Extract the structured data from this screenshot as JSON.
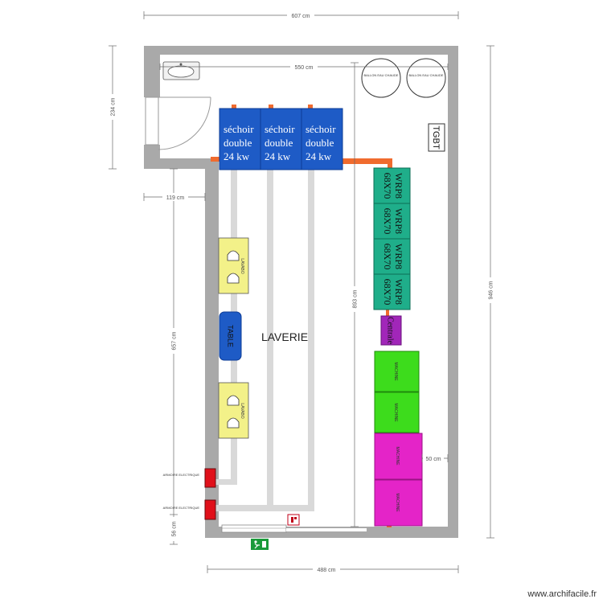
{
  "dimensions": {
    "top_total": "607 cm",
    "inner_width": "550 cm",
    "left_upper": "234 cm",
    "notch_width": "119 cm",
    "left_main": "657 cm",
    "left_bottom": "56 cm",
    "right_total": "946 cm",
    "inner_height": "893 cm",
    "bottom_width": "488 cm",
    "side_gap": "50 cm"
  },
  "room": {
    "label": "LAVERIE"
  },
  "dryers": [
    {
      "line1": "séchoir",
      "line2": "double",
      "line3": "24 kw"
    },
    {
      "line1": "séchoir",
      "line2": "double",
      "line3": "24 kw"
    },
    {
      "line1": "séchoir",
      "line2": "double",
      "line3": "24 kw"
    }
  ],
  "washers": [
    {
      "line1": "WRP8",
      "line2": "68X70"
    },
    {
      "line1": "WRP8",
      "line2": "68X70"
    },
    {
      "line1": "WRP8",
      "line2": "68X70"
    },
    {
      "line1": "WRP8",
      "line2": "68X70"
    }
  ],
  "centrale": {
    "label": "Centrale"
  },
  "tgbt": {
    "label": "TGBT"
  },
  "table": {
    "label": "TABLE"
  },
  "sinks": [
    {
      "label": "LAVABO"
    },
    {
      "label": "LAVABO"
    }
  ],
  "green_units": [
    {
      "label": "MACHINE"
    },
    {
      "label": "MACHINE"
    }
  ],
  "magenta_units": [
    {
      "label": "MACHINE"
    },
    {
      "label": "MACHINE"
    }
  ],
  "tanks": [
    {
      "label": "BALLON EAU CHAUDE"
    },
    {
      "label": "BALLON EAU CHAUDE"
    }
  ],
  "panels": [
    {
      "label": "ARMOIRE ELECTRIQUE"
    },
    {
      "label": "ARMOIRE ELECTRIQUE"
    }
  ],
  "watermark": "www.archifacile.fr",
  "colors": {
    "wall": "#a9a9a9",
    "dryer": "#1e5bc6",
    "washer": "#1fae8a",
    "centrale": "#a126b9",
    "green_unit": "#3ddc1c",
    "magenta_unit": "#e424c8",
    "sink": "#f3f189",
    "panel": "#e0101a",
    "pipe": "#f06b2e",
    "duct": "#d9d9d9"
  }
}
